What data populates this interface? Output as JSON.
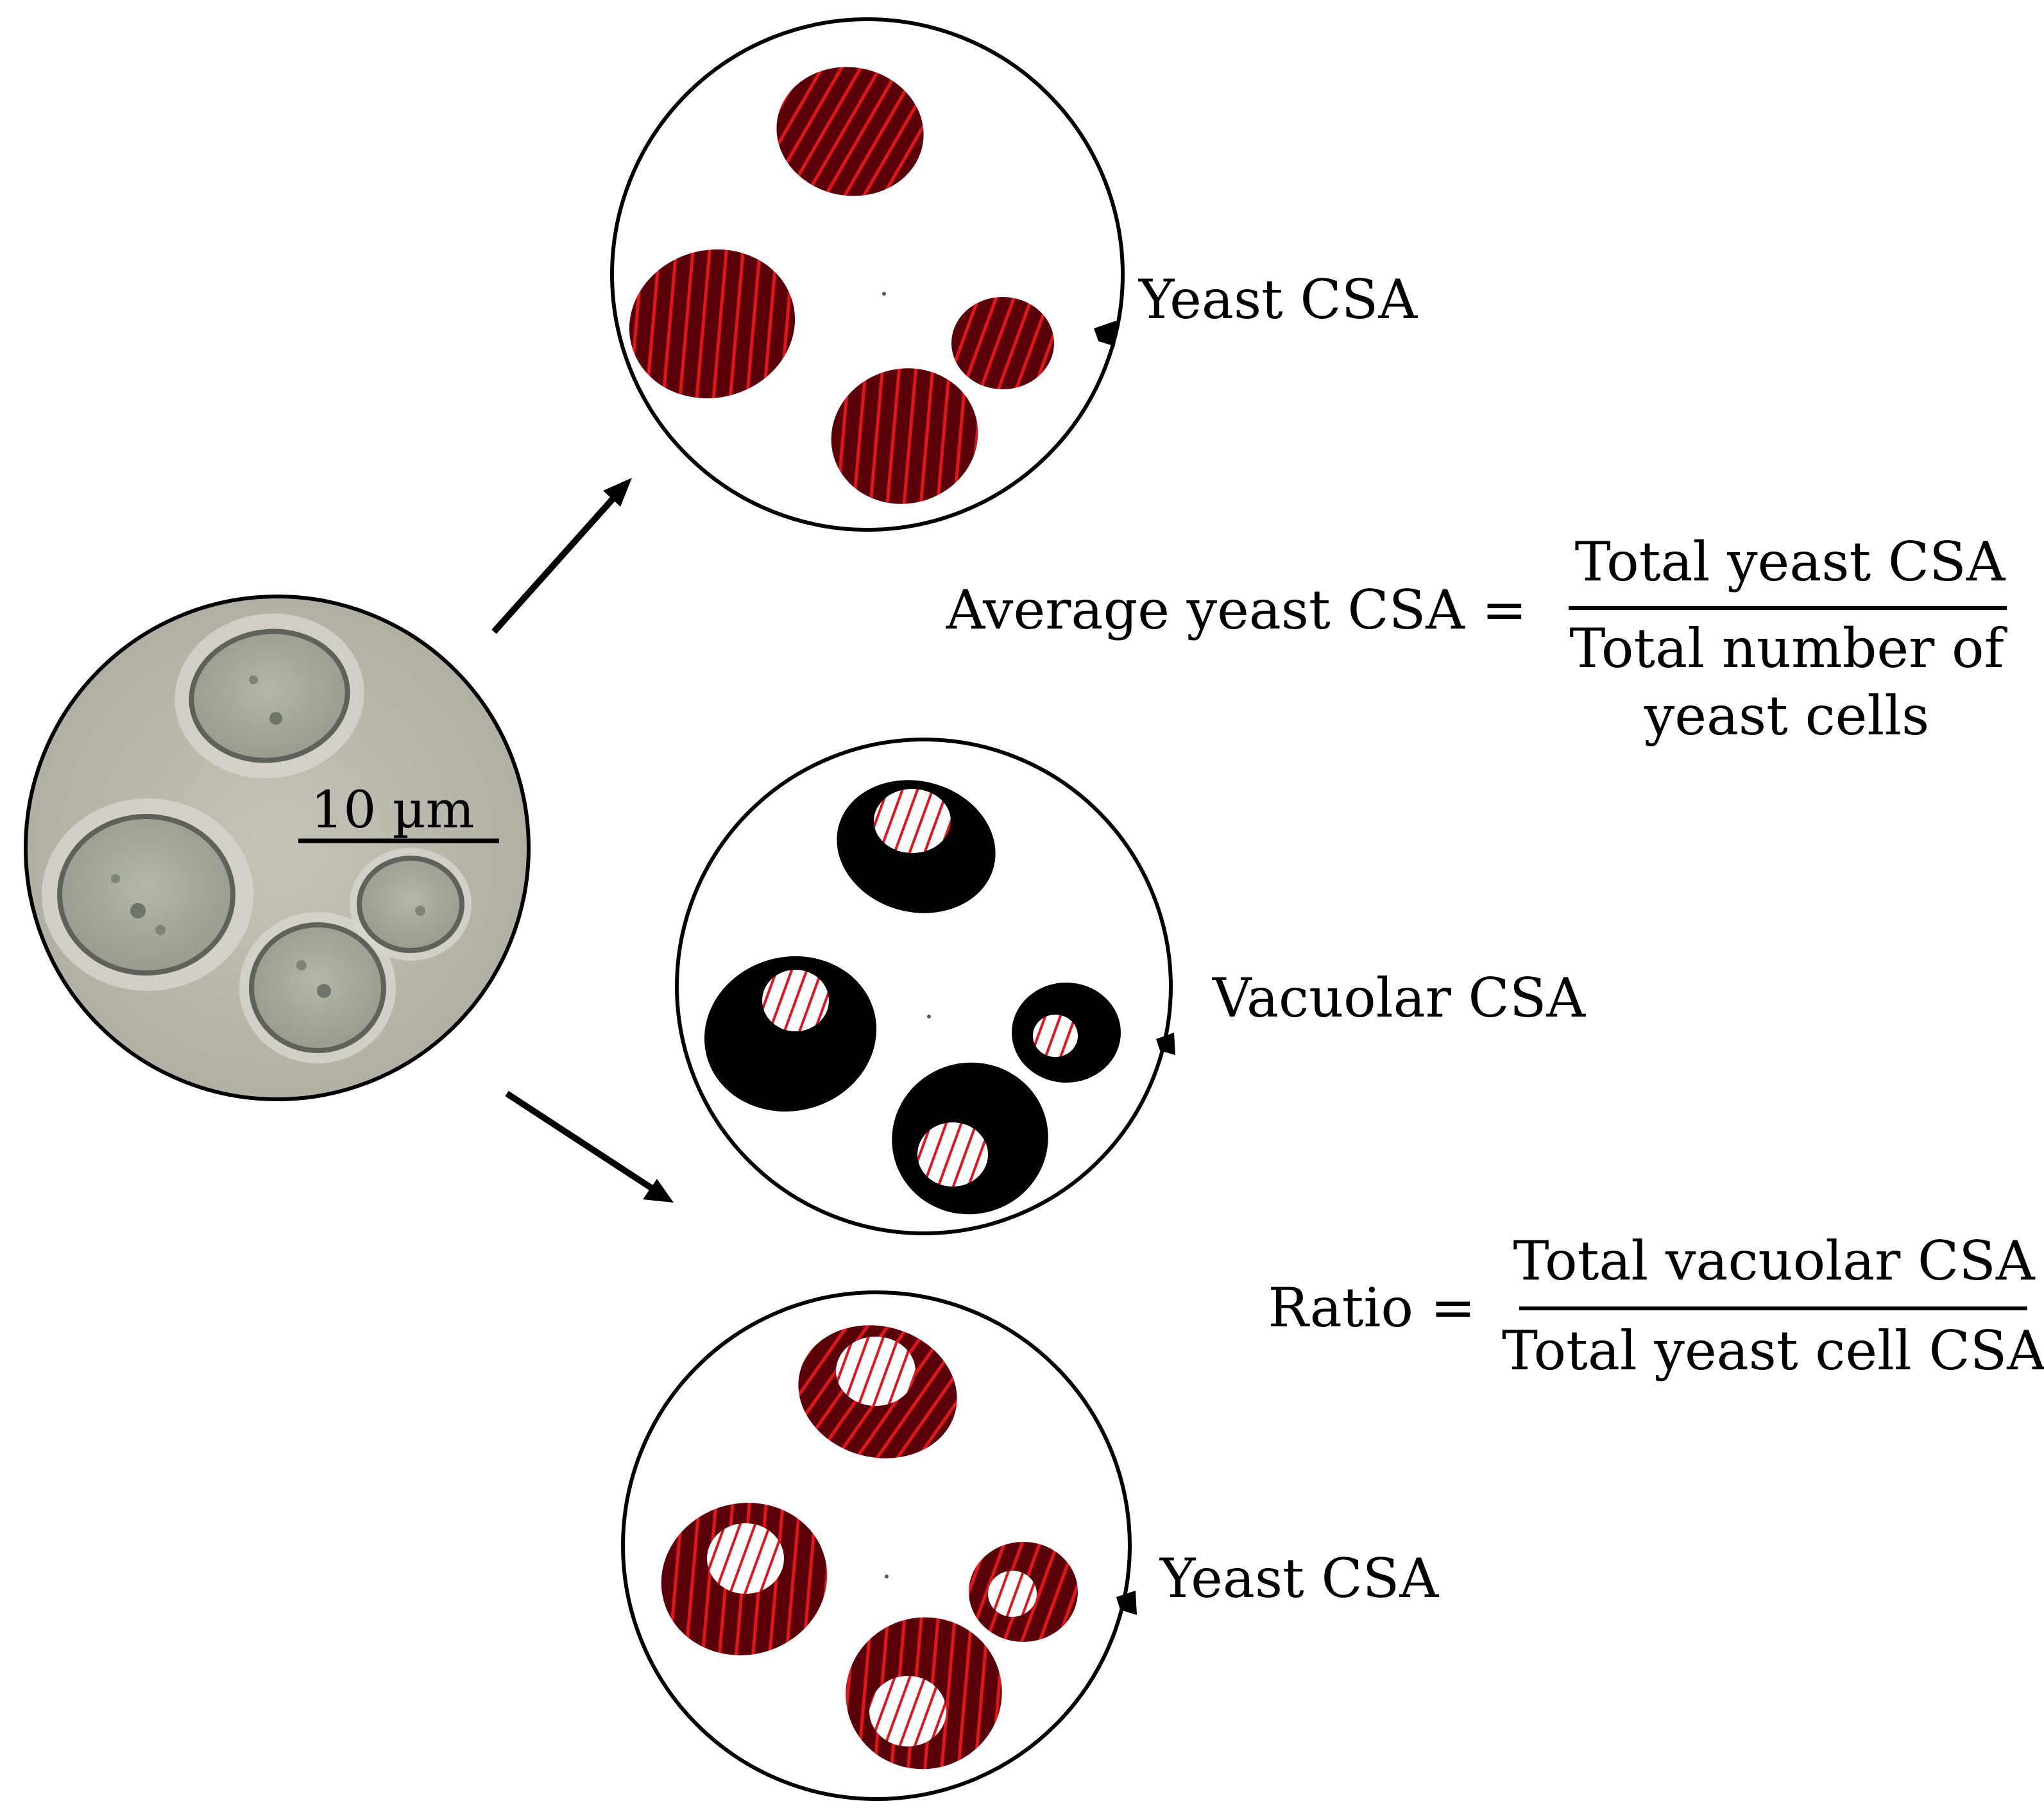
{
  "scale_bar": {
    "label": "10 µm"
  },
  "panels": {
    "top": {
      "label": "Yeast CSA"
    },
    "middle": {
      "label": "Vacuolar CSA"
    },
    "bottom": {
      "label": "Yeast CSA"
    }
  },
  "equations": {
    "average": {
      "lhs": "Average yeast CSA =",
      "numerator": "Total yeast CSA",
      "denominator_line1": "Total number of",
      "denominator_line2": "yeast cells"
    },
    "ratio": {
      "lhs": "Ratio =",
      "numerator": "Total vacuolar CSA",
      "denominator": "Total yeast cell CSA"
    }
  },
  "colors": {
    "hatch": "#e2141c",
    "cell_dark": "#5a0008",
    "micrograph_bg": "#b7b4aa",
    "cell_fill": "#a6aa9c"
  }
}
